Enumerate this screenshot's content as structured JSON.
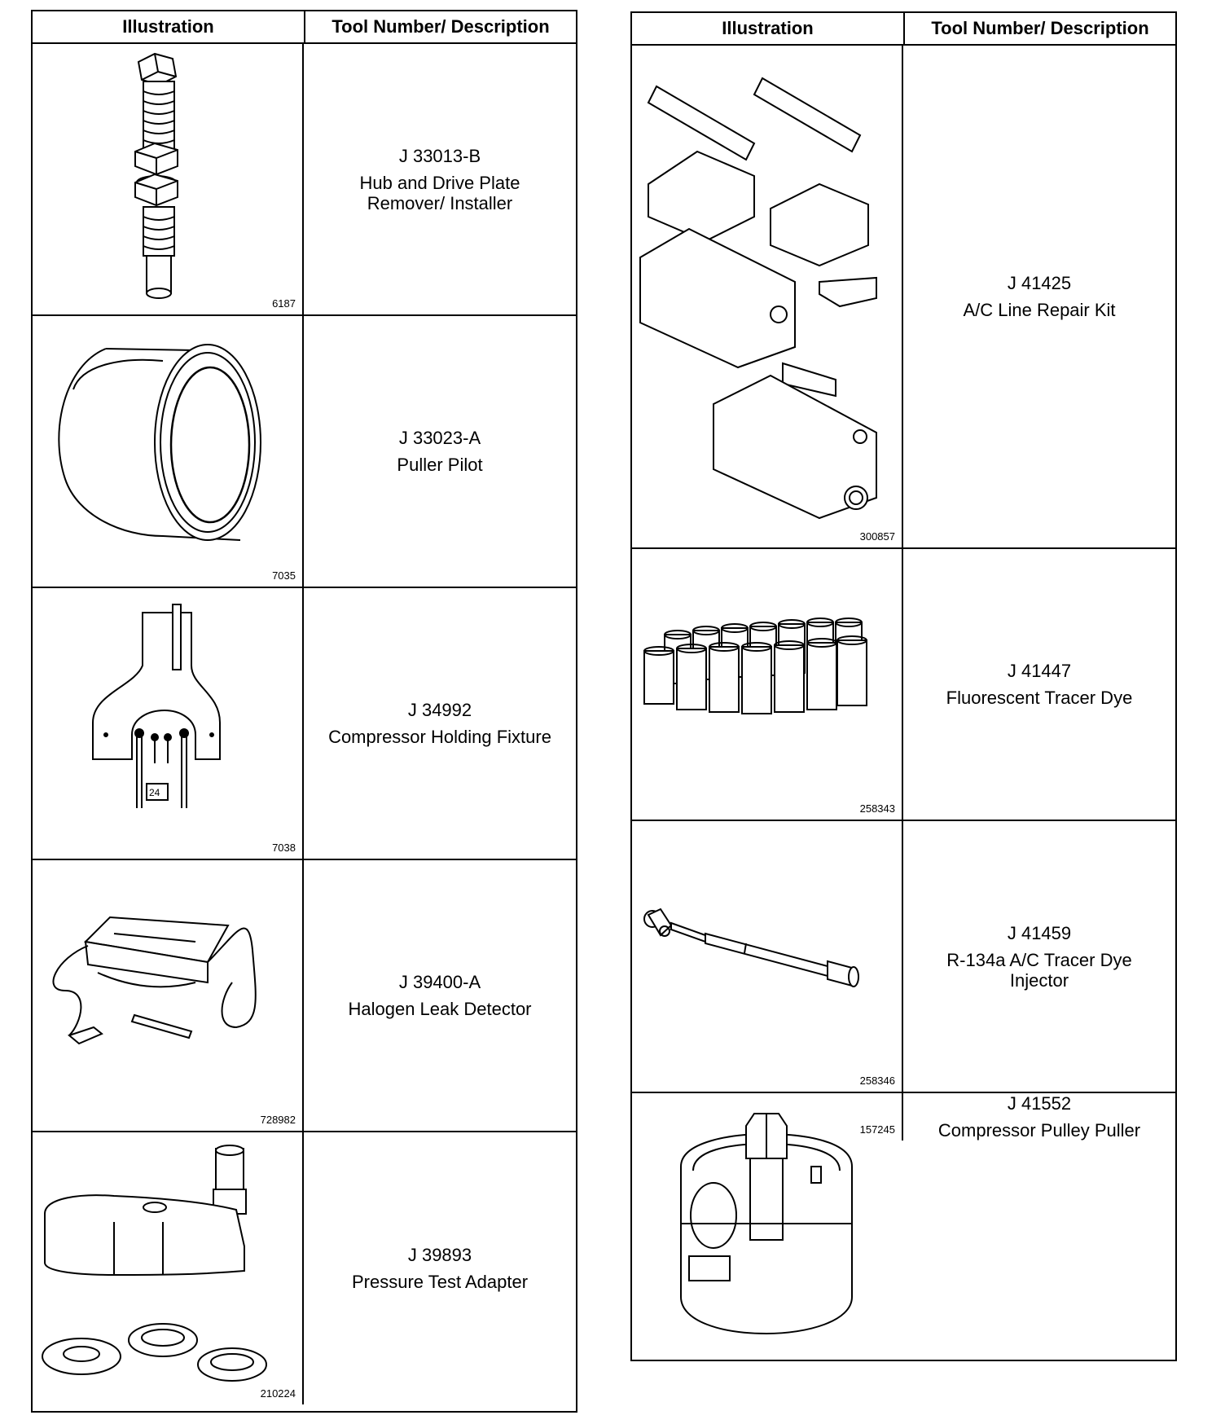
{
  "headers": {
    "illustration": "Illustration",
    "tool": "Tool Number/ Description"
  },
  "left_rows": [
    {
      "number": "J 33013-B",
      "desc1": "Hub and Drive Plate",
      "desc2": "Remover/ Installer",
      "fig": "6187",
      "icon": "hub-drive-plate-tool"
    },
    {
      "number": "J 33023-A",
      "desc1": "Puller Pilot",
      "desc2": "",
      "fig": "7035",
      "icon": "puller-pilot"
    },
    {
      "number": "J 34992",
      "desc1": "Compressor Holding Fixture",
      "desc2": "",
      "fig": "7038",
      "icon": "holding-fixture",
      "label": "24"
    },
    {
      "number": "J 39400-A",
      "desc1": "Halogen Leak Detector",
      "desc2": "",
      "fig": "728982",
      "icon": "leak-detector"
    },
    {
      "number": "J 39893",
      "desc1": "Pressure Test Adapter",
      "desc2": "",
      "fig": "210224",
      "icon": "pressure-adapter"
    }
  ],
  "right_rows": [
    {
      "number": "J 41425",
      "desc1": "A/C Line Repair Kit",
      "desc2": "",
      "fig": "300857",
      "icon": "line-repair-kit"
    },
    {
      "number": "J 41447",
      "desc1": "Fluorescent Tracer Dye",
      "desc2": "",
      "fig": "258343",
      "icon": "dye-bottles"
    },
    {
      "number": "J 41459",
      "desc1": "R-134a A/C Tracer Dye",
      "desc2": "Injector",
      "fig": "258346",
      "icon": "dye-injector"
    },
    {
      "number": "J 41552",
      "desc1": "Compressor Pulley Puller",
      "desc2": "",
      "fig": "157245",
      "icon": "pulley-puller"
    }
  ]
}
